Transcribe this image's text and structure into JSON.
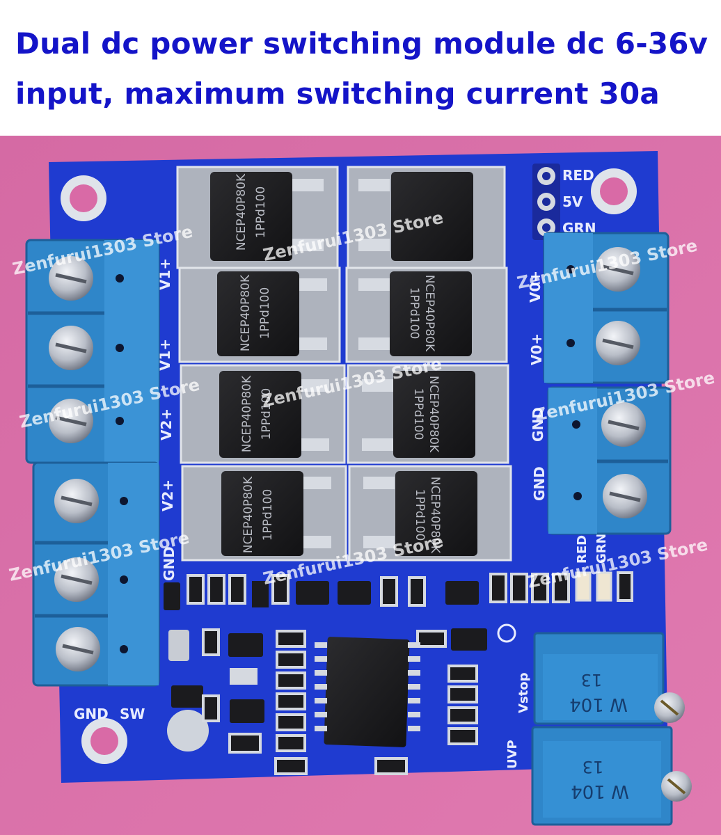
{
  "header": {
    "line1": "Dual dc power switching module dc 6-36v",
    "line2": "input, maximum switching current 30a",
    "color": "#1414c8"
  },
  "board": {
    "pcb_color": "#1f3bd0",
    "background_color": "#d96aa6",
    "terminal_color": "#2f86c9",
    "labels_left": [
      "V1+",
      "V1+",
      "V2+",
      "V2+",
      "GND"
    ],
    "labels_right": [
      "V0+",
      "V0+",
      "GND",
      "GND"
    ],
    "header_pins": [
      "RED",
      "5V",
      "GRN"
    ],
    "bottom_labels": [
      "GND",
      "SW"
    ],
    "pot_labels": [
      "Vstop",
      "UVP"
    ],
    "led_labels": [
      "RED",
      "GRN"
    ],
    "mosfet_marking_1": "NCEP40P80K",
    "mosfet_marking_2": "1PPd100",
    "pot_marking_1": "13",
    "pot_marking_2": "W 104",
    "watermark": "Zenfurui1303 Store"
  }
}
